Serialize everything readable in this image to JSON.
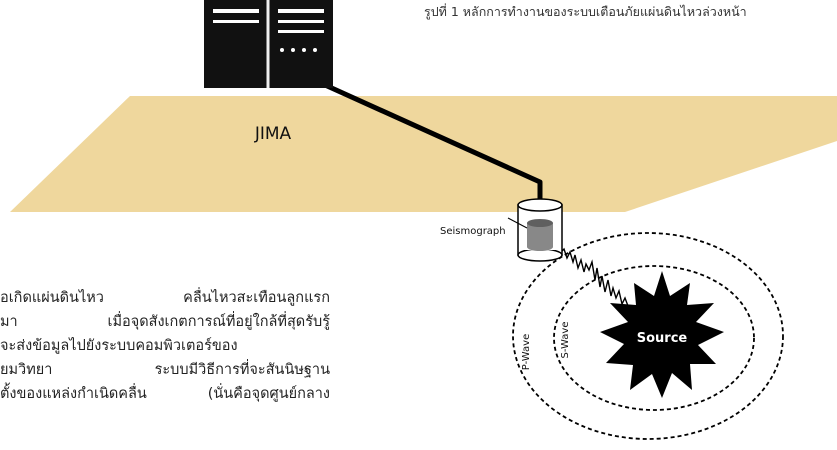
{
  "caption": "รูปที่ 1 หลักการทำงานของระบบเตือนภัยแผ่นดินไหวล่วงหน้า",
  "diagram": {
    "server_label": "JIMA",
    "seismograph_label": "Seismograph",
    "p_wave_label": "P-Wave",
    "s_wave_label": "S-Wave",
    "source_label": "Source"
  },
  "body_lines": [
    "อเกิดแผ่นดินไหว คลื่นไหวสะเทือนลูกแรก",
    "มา เมื่อจุดสังเกตการณ์ที่อยู่ใกล้ที่สุดรับรู้",
    "จะส่งข้อมูลไปยังระบบคอมพิวเตอร์ของ",
    "ยมวิทยา ระบบมีวิธีการที่จะสันนิษฐาน",
    "ตั้งของแหล่งกำเนิดคลื่น (นั่นคือจุดศูนย์กลาง"
  ],
  "colors": {
    "ground": "#efd79d",
    "ink": "#000000",
    "server": "#111111",
    "sensor": "#888888"
  }
}
